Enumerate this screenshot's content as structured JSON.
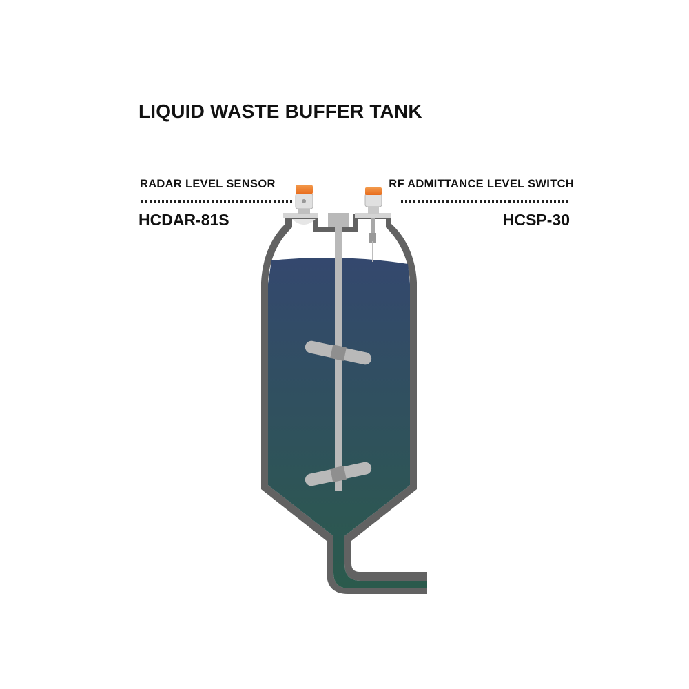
{
  "title": "LIQUID WASTE BUFFER TANK",
  "left_sensor": {
    "label": "RADAR LEVEL SENSOR",
    "model": "HCDAR-81S"
  },
  "right_sensor": {
    "label": "RF ADMITTANCE LEVEL SWITCH",
    "model": "HCSP-30"
  },
  "colors": {
    "tank_wall": "#626262",
    "liquid_top": "#34486e",
    "liquid_bottom": "#2b5a4c",
    "agitator": "#b9b9b9",
    "sensor_cap": "#f07a2a"
  },
  "icons": [
    "radar-sensor-icon",
    "rf-switch-icon",
    "agitator-icon"
  ]
}
